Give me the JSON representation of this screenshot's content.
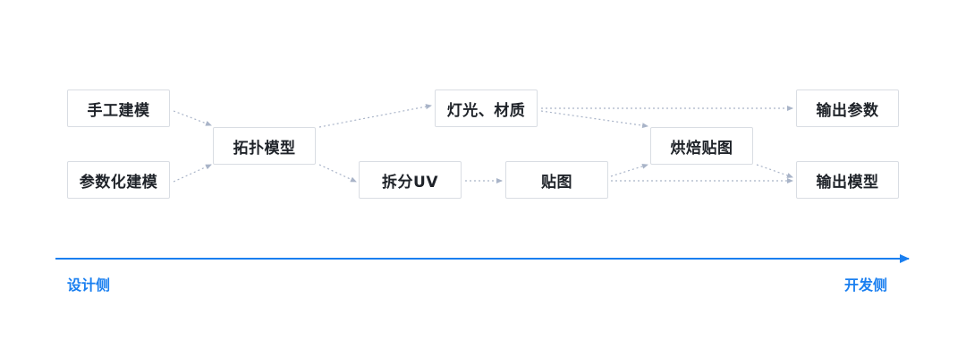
{
  "nodes": {
    "manual_modeling": "手工建模",
    "parametric_modeling": "参数化建模",
    "topology_model": "拓扑模型",
    "lighting_material": "灯光、材质",
    "uv_unwrap": "拆分UV",
    "texture_map": "贴图",
    "bake_texture": "烘焙贴图",
    "output_params": "输出参数",
    "output_model": "输出模型"
  },
  "timeline": {
    "start_label": "设计侧",
    "end_label": "开发侧"
  },
  "colors": {
    "node_border": "#d9dde3",
    "node_text": "#1f2329",
    "edge": "#a9b4c8",
    "timeline_accent": "#1a7ff0"
  }
}
